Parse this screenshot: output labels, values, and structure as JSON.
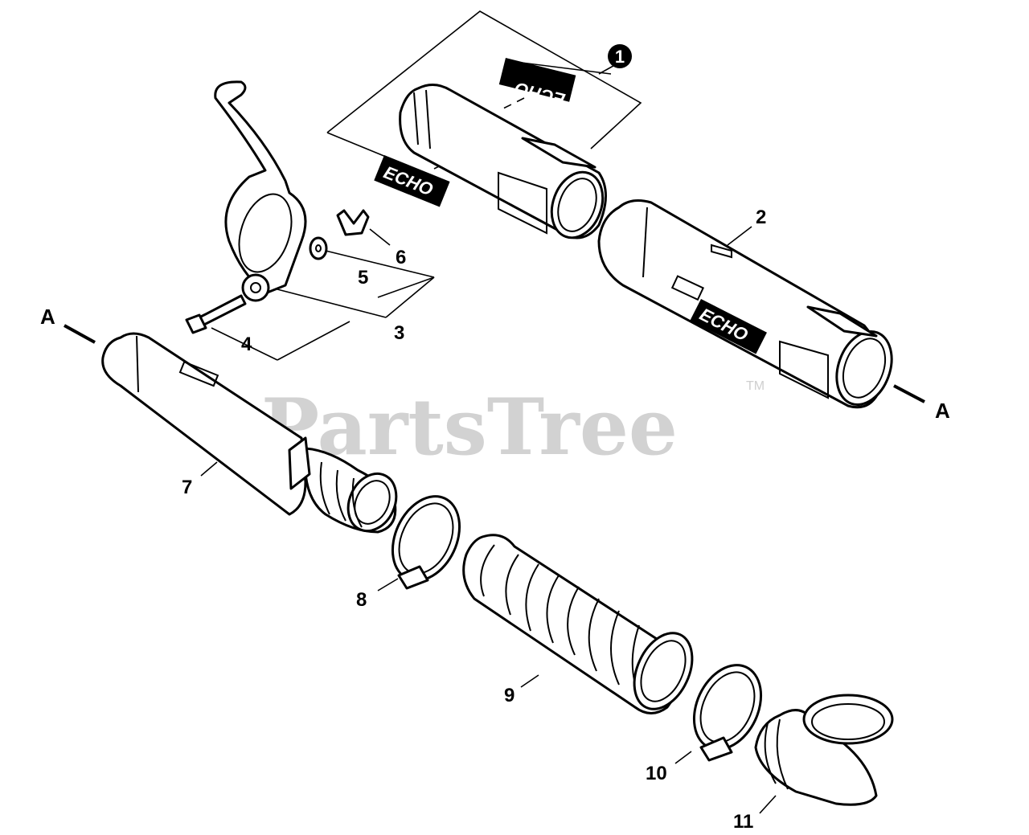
{
  "watermark": {
    "text": "PartsTree",
    "trademark": "TM"
  },
  "kit_callout": {
    "number": "1"
  },
  "decals": {
    "brand_text": "ECHO"
  },
  "reference_markers": {
    "left": "A",
    "right": "A"
  },
  "part_labels": {
    "p2": "2",
    "p3": "3",
    "p4": "4",
    "p5": "5",
    "p6": "6",
    "p7": "7",
    "p8": "8",
    "p9": "9",
    "p10": "10",
    "p11": "11"
  },
  "colors": {
    "ink": "#000000",
    "watermark": "#d2d2d2",
    "background": "#ffffff"
  }
}
